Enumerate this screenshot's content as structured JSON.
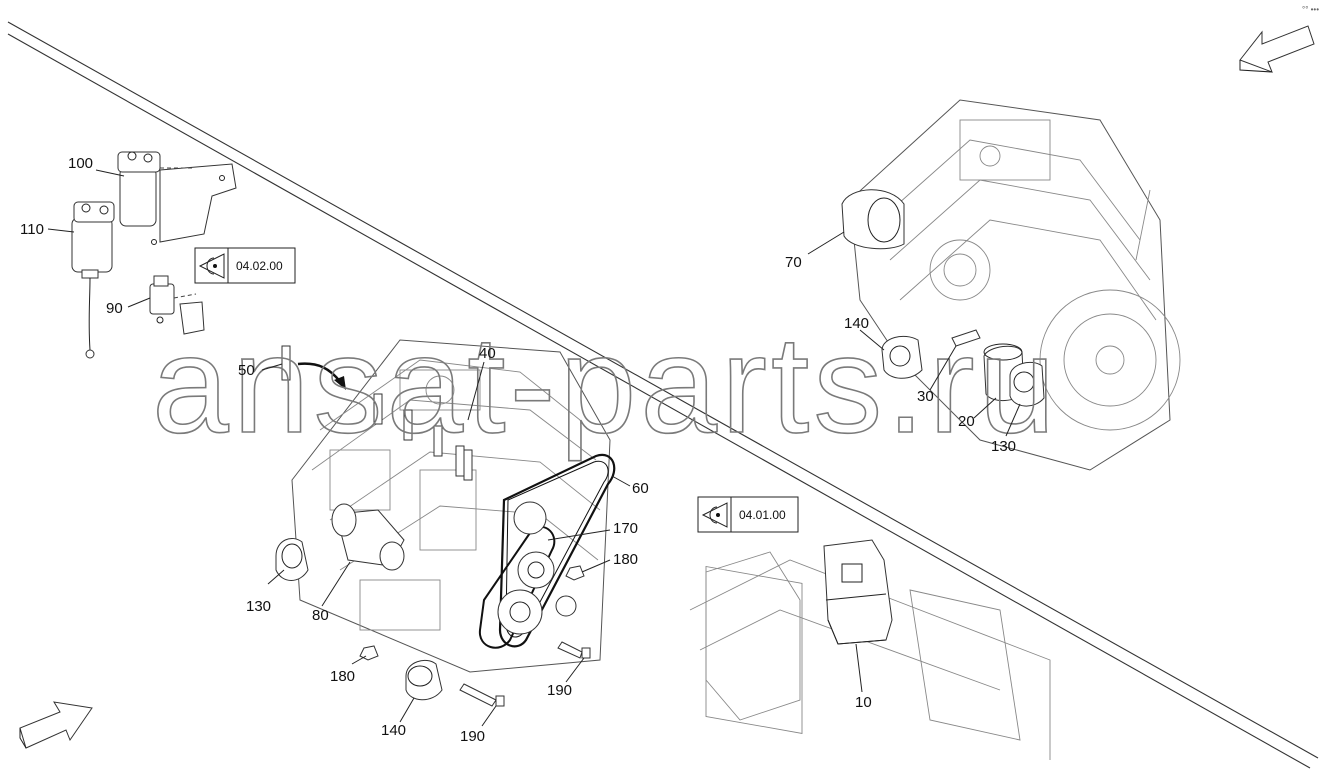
{
  "watermark": "ansat-parts.ru",
  "corner_mark": "°° •••",
  "view_refs": [
    {
      "id": "ref-04-02-00",
      "text": "04.02.00"
    },
    {
      "id": "ref-04-01-00",
      "text": "04.01.00"
    }
  ],
  "callouts": [
    "100",
    "110",
    "90",
    "50",
    "40",
    "60",
    "170",
    "180",
    "130",
    "80",
    "180",
    "140",
    "190",
    "190",
    "70",
    "140",
    "30",
    "20",
    "130",
    "10"
  ],
  "icons": [
    "eye-icon",
    "direction-arrow-icon"
  ]
}
